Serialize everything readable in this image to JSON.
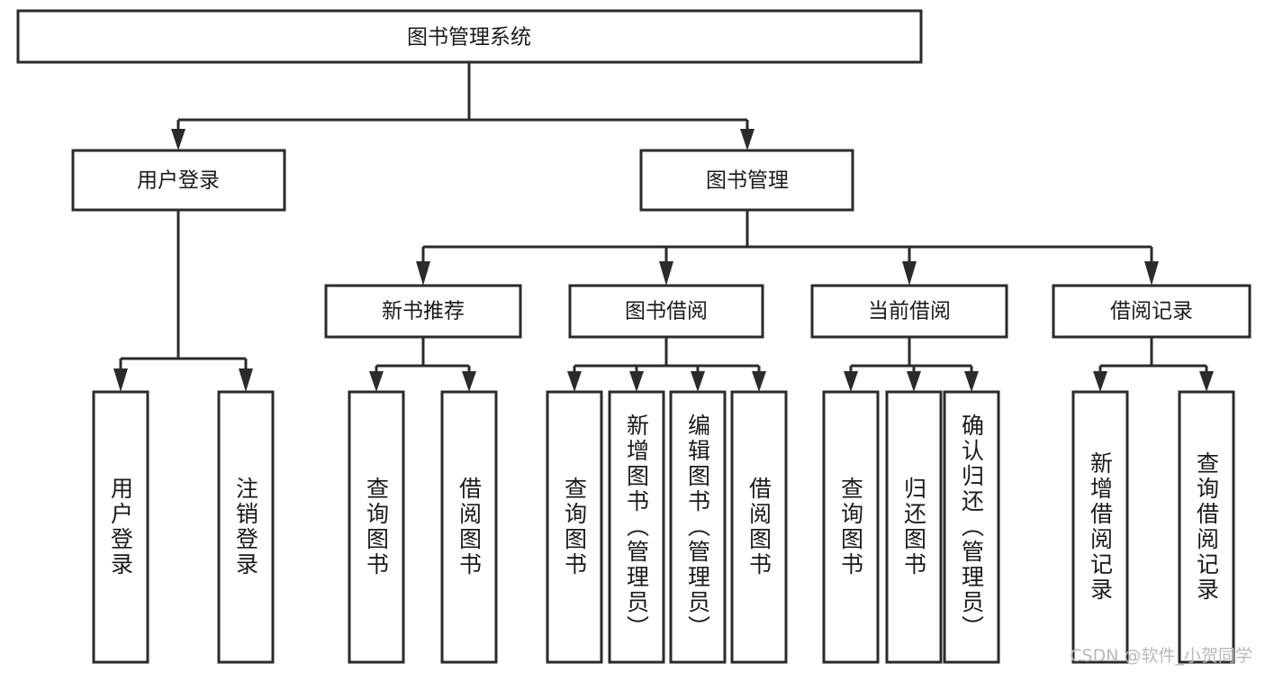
{
  "diagram": {
    "type": "hierarchy-tree",
    "title": "图书管理系统",
    "orientation": "top-down",
    "colors": {
      "box_fill": "#ffffff",
      "box_stroke": "#2b2b2b",
      "text": "#1a1a1a",
      "background": "#ffffff",
      "watermark": "#b9b9b9"
    },
    "root": {
      "label": "图书管理系统",
      "level": 1
    },
    "level2": [
      {
        "label": "用户登录"
      },
      {
        "label": "图书管理"
      }
    ],
    "level3": [
      {
        "label": "新书推荐"
      },
      {
        "label": "图书借阅"
      },
      {
        "label": "当前借阅"
      },
      {
        "label": "借阅记录"
      }
    ],
    "leaves": {
      "user_login": [
        {
          "label": "用户登录"
        },
        {
          "label": "注销登录"
        }
      ],
      "new_book_recommend": [
        {
          "label": "查询图书"
        },
        {
          "label": "借阅图书"
        }
      ],
      "book_borrow": [
        {
          "label": "查询图书"
        },
        {
          "label": "新增图书（管理员）"
        },
        {
          "label": "编辑图书（管理员）"
        },
        {
          "label": "借阅图书"
        }
      ],
      "current_borrow": [
        {
          "label": "查询图书"
        },
        {
          "label": "归还图书"
        },
        {
          "label": "确认归还（管理员）"
        }
      ],
      "borrow_record": [
        {
          "label": "新增借阅记录"
        },
        {
          "label": "查询借阅记录"
        }
      ]
    }
  },
  "watermark": {
    "text": "CSDN @软件_小贺同学"
  }
}
